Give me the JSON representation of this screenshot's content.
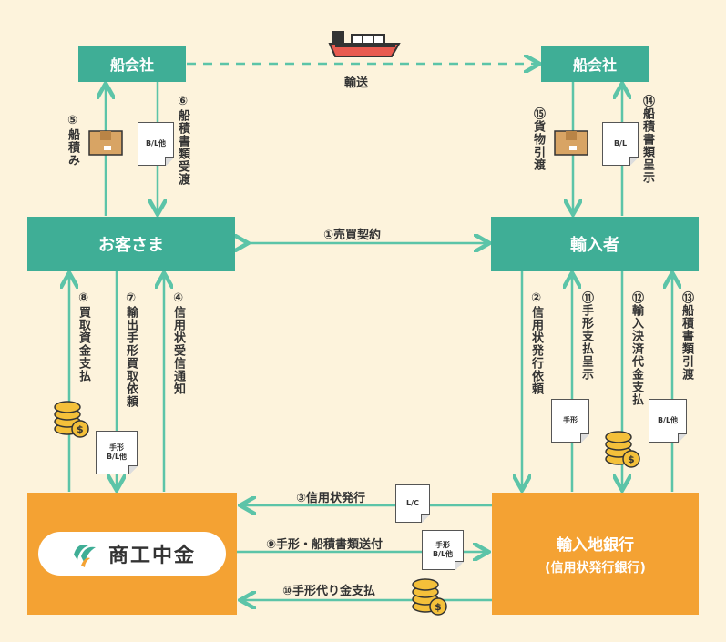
{
  "nodes": {
    "shipping_left": "船会社",
    "shipping_right": "船会社",
    "customer": "お客さま",
    "importer": "輸入者",
    "shokochukin": "商工中金",
    "import_bank": "輸入地銀行",
    "import_bank_sub": "(信用状発行銀行)"
  },
  "flows": {
    "f1": "①売買契約",
    "f2": "②信用状発行依頼",
    "f3": "③信用状発行",
    "f4": "④信用状受信通知",
    "f5": "⑤船積み",
    "f6": "⑥船積書類受渡",
    "f7": "⑦輸出手形買取依頼",
    "f8": "⑧買取資金支払",
    "f9": "⑨手形・船積書類送付",
    "f10": "⑩手形代り金支払",
    "f11": "⑪手形支払呈示",
    "f12": "⑫輸入決済代金支払",
    "f13": "⑬船積書類引渡",
    "f14": "⑭船積書類呈示",
    "f15": "⑮貨物引渡",
    "transport": "輸送"
  },
  "docs": {
    "bl_other": "B/L他",
    "bl": "B/L",
    "tegata": "手形",
    "tegata_bl": "手形",
    "tegata_bl2": "B/L他",
    "lc": "L/C"
  },
  "colors": {
    "teal": "#3fae96",
    "orange": "#f4a233",
    "line": "#5cc4a8",
    "background": "#fdf3dc"
  }
}
